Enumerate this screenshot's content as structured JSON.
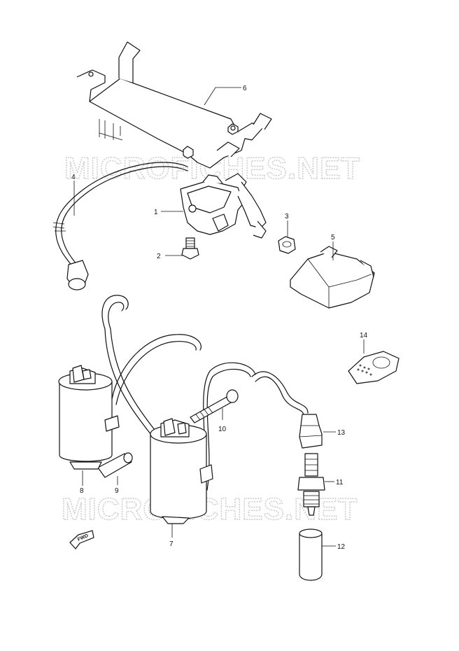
{
  "watermark": "MICROFICHES.NET",
  "fwd_label": "FWD",
  "callouts": {
    "c1": "1",
    "c2": "2",
    "c3": "3",
    "c4": "4",
    "c5": "5",
    "c6": "6",
    "c7": "7",
    "c8": "8",
    "c9": "9",
    "c10": "10",
    "c11": "11",
    "c12": "12",
    "c13": "13",
    "c14": "14"
  }
}
